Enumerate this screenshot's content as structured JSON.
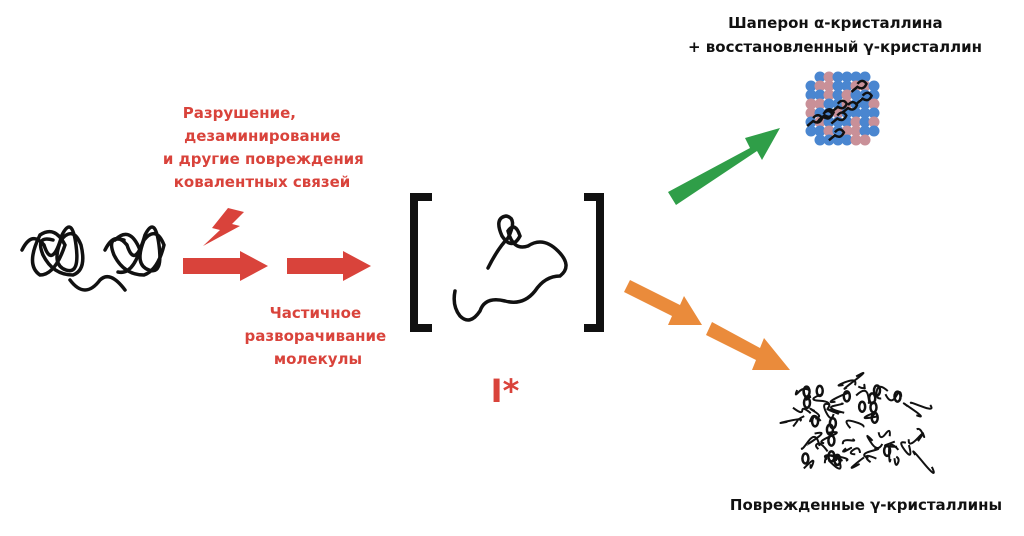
{
  "labels": {
    "damage": [
      "Разрушение,",
      "дезаминирование",
      "и другие повреждения",
      "ковалентных связей"
    ],
    "unfolding": [
      "Частичное",
      "разворачивание",
      "молекулы"
    ],
    "intermediate": "I*",
    "chaperone": [
      "Шаперон α-кристаллина",
      "+ восстановленный γ-кристаллин"
    ],
    "aggregate": "Поврежденные γ-кристаллины"
  },
  "colors": {
    "damage_arrow": "#d9433b",
    "chaperone_arrow": "#2f9e48",
    "aggregation_arrow": "#ea8b3b",
    "sphere_blue": "#4a86d0",
    "sphere_pink": "#c99098"
  },
  "icons": [
    "lightning-bolt-icon",
    "native-protein-illustration",
    "unfolded-protein-illustration",
    "chaperone-complex-illustration",
    "aggregate-illustration"
  ]
}
